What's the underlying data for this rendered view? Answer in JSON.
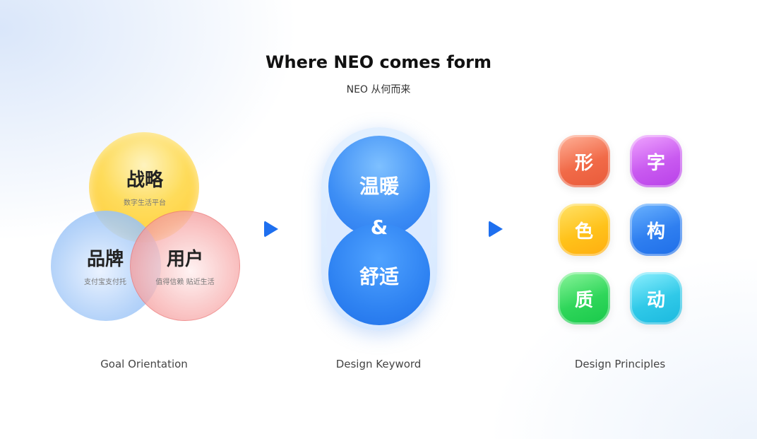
{
  "header": {
    "title": "Where NEO comes form",
    "subtitle": "NEO 从何而来"
  },
  "goal": {
    "caption": "Goal Orientation",
    "top": {
      "label": "战略",
      "sub": "数字生活平台"
    },
    "left": {
      "label": "品牌",
      "sub": "支付宝支付托"
    },
    "right": {
      "label": "用户",
      "sub": "值得信赖 贴近生活"
    }
  },
  "keyword": {
    "caption": "Design Keyword",
    "top": "温暖",
    "mid": "&",
    "bottom": "舒适"
  },
  "principles": {
    "caption": "Design Principles",
    "items": [
      "形",
      "字",
      "色",
      "构",
      "质",
      "动"
    ]
  },
  "colors": {
    "arrow": "#1e6fef",
    "keyword_blue": "#2f83f2",
    "xing": "#f16a48",
    "zi": "#c95af0",
    "se": "#ffc21a",
    "gou": "#2f7ff0",
    "zhi": "#2fd65a",
    "dong": "#30c9e8"
  },
  "icons": [
    "arrow-right-icon",
    "arrow-right-icon"
  ]
}
